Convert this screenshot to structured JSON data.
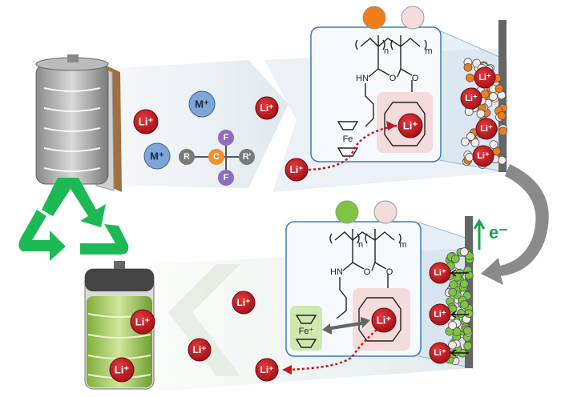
{
  "colors": {
    "li_ion": "#c4161c",
    "metal_ion": "#7ea6d8",
    "carbon": "#f0902e",
    "fluorine": "#8e6cc0",
    "r_group": "#7a7a7a",
    "recycle": "#1db954",
    "ferrocene_monomer": "#f07d1a",
    "ferrocenium_monomer": "#7cc542",
    "crown_monomer": "#f3dcdc",
    "electron_arrow": "#1aa34a"
  },
  "labels": {
    "li_ion": "Li⁺",
    "metal_ion": "M⁺",
    "carbon": "C",
    "fluorine": "F",
    "r_group": "R",
    "r_prime_group": "R'",
    "electron": "e⁻",
    "repeat_n": "n",
    "repeat_m": "m",
    "amide_nh": "HN",
    "oxygen": "O",
    "iron": "Fe",
    "iron_oxidized": "Fe⁺"
  },
  "icons": [
    "battery-icon",
    "recycle-icon",
    "electrode-icon",
    "cycle-arrow-icon"
  ]
}
